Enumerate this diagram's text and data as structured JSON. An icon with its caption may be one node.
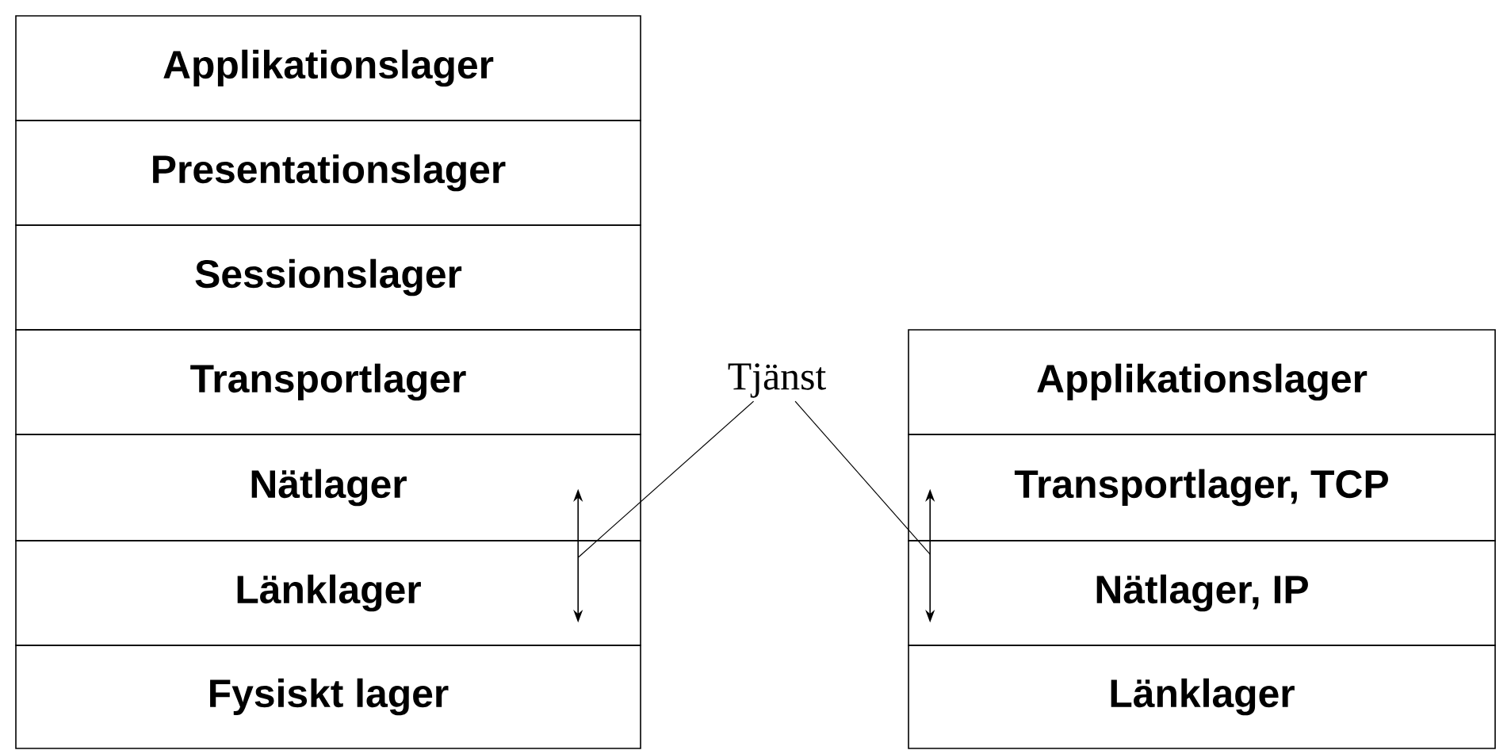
{
  "diagram": {
    "nodes": [
      {
        "text": [
          "Applikationslager"
        ]
      },
      {
        "text": [
          "Presentationslager"
        ]
      },
      {
        "text": [
          "Sessionslager"
        ]
      },
      {
        "text": [
          "Transportlager"
        ]
      },
      {
        "text": [
          "Nätlager"
        ]
      },
      {
        "text": [
          "Länklager"
        ]
      },
      {
        "text": [
          "Fysiskt  lager"
        ]
      },
      {
        "text": [
          "Applikationslager"
        ]
      },
      {
        "text": [
          "Transportlager, TCP"
        ]
      },
      {
        "text": [
          "Nätlager, IP"
        ]
      },
      {
        "text": [
          "Länklager"
        ]
      },
      {
        "text": [
          "Tjänst"
        ]
      }
    ],
    "edges": [
      {
        "from": 4,
        "to": 5,
        "arrow": "both"
      },
      {
        "from": 8,
        "to": 9,
        "arrow": "both"
      },
      {
        "from": 11,
        "to": 5,
        "arrow": "none"
      },
      {
        "from": 11,
        "to": 9,
        "arrow": "none"
      }
    ]
  }
}
